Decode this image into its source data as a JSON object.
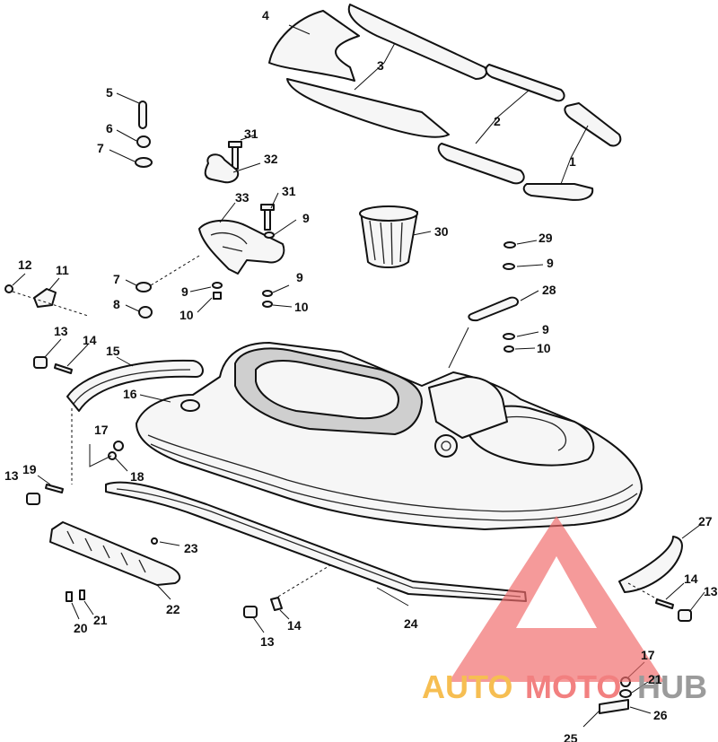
{
  "callouts": [
    {
      "id": "c4a",
      "text": "4"
    },
    {
      "id": "c3a",
      "text": "3"
    },
    {
      "id": "c2a",
      "text": "2"
    },
    {
      "id": "c1a",
      "text": "1"
    },
    {
      "id": "c5a",
      "text": "5"
    },
    {
      "id": "c6a",
      "text": "6"
    },
    {
      "id": "c7a",
      "text": "7"
    },
    {
      "id": "c31a",
      "text": "31"
    },
    {
      "id": "c32a",
      "text": "32"
    },
    {
      "id": "c33a",
      "text": "33"
    },
    {
      "id": "c31b",
      "text": "31"
    },
    {
      "id": "c9a",
      "text": "9"
    },
    {
      "id": "c30a",
      "text": "30"
    },
    {
      "id": "c29a",
      "text": "29"
    },
    {
      "id": "c9b",
      "text": "9"
    },
    {
      "id": "c12a",
      "text": "12"
    },
    {
      "id": "c11a",
      "text": "11"
    },
    {
      "id": "c7b",
      "text": "7"
    },
    {
      "id": "c9c",
      "text": "9"
    },
    {
      "id": "c9d",
      "text": "9"
    },
    {
      "id": "c8a",
      "text": "8"
    },
    {
      "id": "c10a",
      "text": "10"
    },
    {
      "id": "c10b",
      "text": "10"
    },
    {
      "id": "c28a",
      "text": "28"
    },
    {
      "id": "c9e",
      "text": "9"
    },
    {
      "id": "c10c",
      "text": "10"
    },
    {
      "id": "c13a",
      "text": "13"
    },
    {
      "id": "c14a",
      "text": "14"
    },
    {
      "id": "c15a",
      "text": "15"
    },
    {
      "id": "c16a",
      "text": "16"
    },
    {
      "id": "c17a",
      "text": "17"
    },
    {
      "id": "c18a",
      "text": "18"
    },
    {
      "id": "c13b",
      "text": "13"
    },
    {
      "id": "c19a",
      "text": "19"
    },
    {
      "id": "c23a",
      "text": "23"
    },
    {
      "id": "c22a",
      "text": "22"
    },
    {
      "id": "c20a",
      "text": "20"
    },
    {
      "id": "c21a",
      "text": "21"
    },
    {
      "id": "c14b",
      "text": "14"
    },
    {
      "id": "c13c",
      "text": "13"
    },
    {
      "id": "c24a",
      "text": "24"
    },
    {
      "id": "c27a",
      "text": "27"
    },
    {
      "id": "c14c",
      "text": "14"
    },
    {
      "id": "c13d",
      "text": "13"
    },
    {
      "id": "c17b",
      "text": "17"
    },
    {
      "id": "c21b",
      "text": "21"
    },
    {
      "id": "c26a",
      "text": "26"
    },
    {
      "id": "c25a",
      "text": "25"
    }
  ],
  "watermark": {
    "part1": "AUTO",
    "part2": "MOTO",
    "part3": "HUB",
    "colors": {
      "orange": "#f5b335",
      "red": "#f06b6b",
      "gray": "#8a8a8a"
    }
  }
}
